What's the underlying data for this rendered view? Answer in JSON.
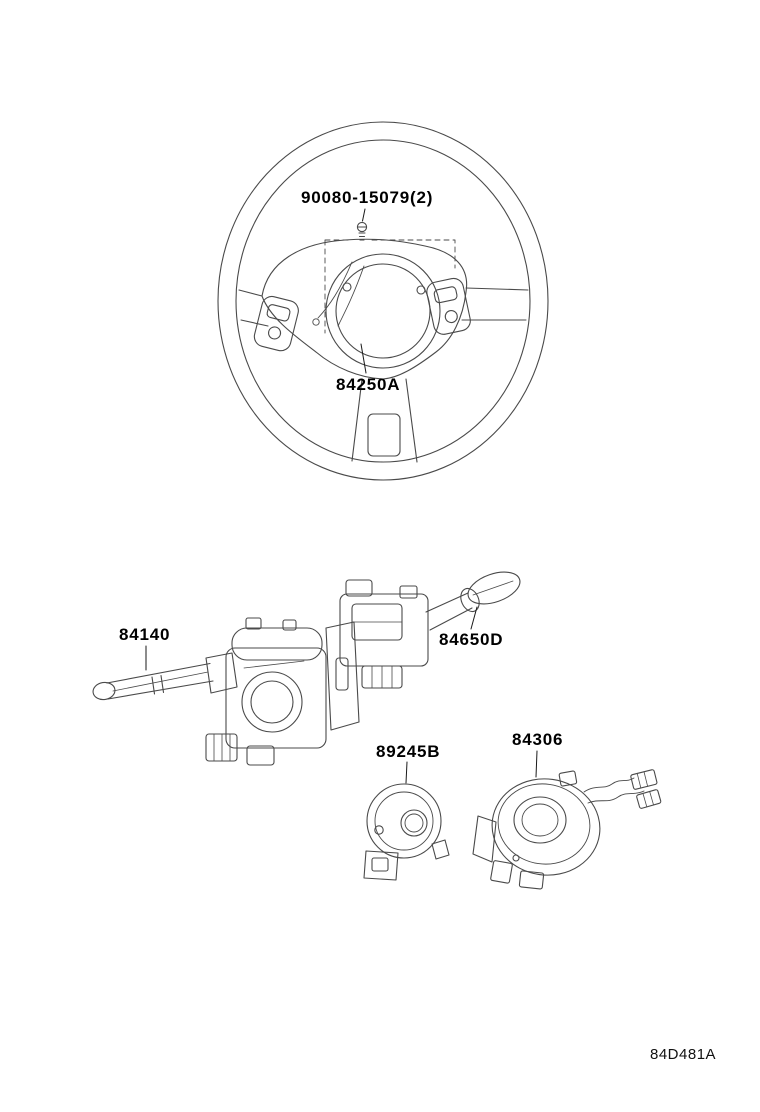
{
  "diagram": {
    "code": "84D481A",
    "labels": {
      "screw": "90080-15079(2)",
      "pad_switch": "84250A",
      "dimmer_switch": "84140",
      "wiper_switch": "84650D",
      "steering_sensor": "89245B",
      "spiral_cable": "84306"
    },
    "colors": {
      "background": "#ffffff",
      "line_art": "#4a4a4a",
      "callout_line": "#1a1a1a",
      "label_text": "#000000"
    }
  }
}
